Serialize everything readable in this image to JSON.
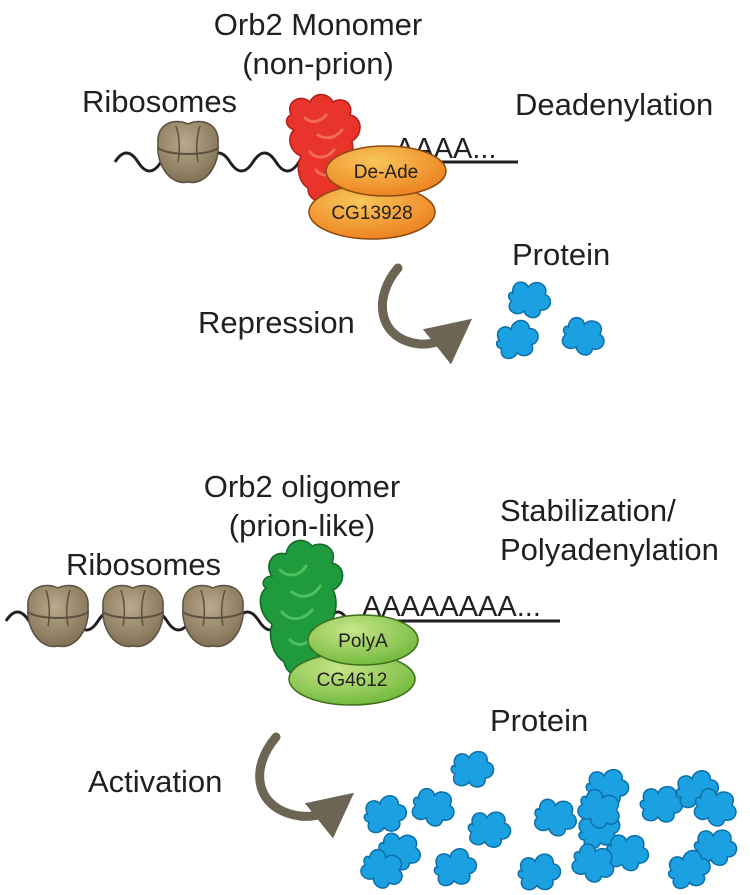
{
  "top": {
    "title_line1": "Orb2 Monomer",
    "title_line2": "(non-prion)",
    "ribosomes_label": "Ribosomes",
    "tail_label": "AAAA...",
    "process_label": "Deadenylation",
    "factor1_label": "De-Ade",
    "factor2_label": "CG13928",
    "protein_label": "Protein",
    "effect_label": "Repression",
    "effect_color": "#e8342a",
    "orb2_color": "#e8342a",
    "factor_color": "#f39a1e",
    "protein_count": 3
  },
  "bottom": {
    "title_line1": "Orb2 oligomer",
    "title_line2": "(prion-like)",
    "ribosomes_label": "Ribosomes",
    "tail_label": "AAAAAAAA...",
    "process_line1": "Stabilization/",
    "process_line2": "Polyadenylation",
    "factor1_label": "PolyA",
    "factor2_label": "CG4612",
    "protein_label": "Protein",
    "effect_label": "Activation",
    "effect_color": "#39a845",
    "orb2_color": "#1f9a3c",
    "factor_color": "#8dc63f",
    "protein_count": 19
  },
  "colors": {
    "ribosome": "#9b8a6e",
    "protein": "#1ba1e2",
    "arrow": "#6d6554",
    "mrna": "#231f20"
  }
}
